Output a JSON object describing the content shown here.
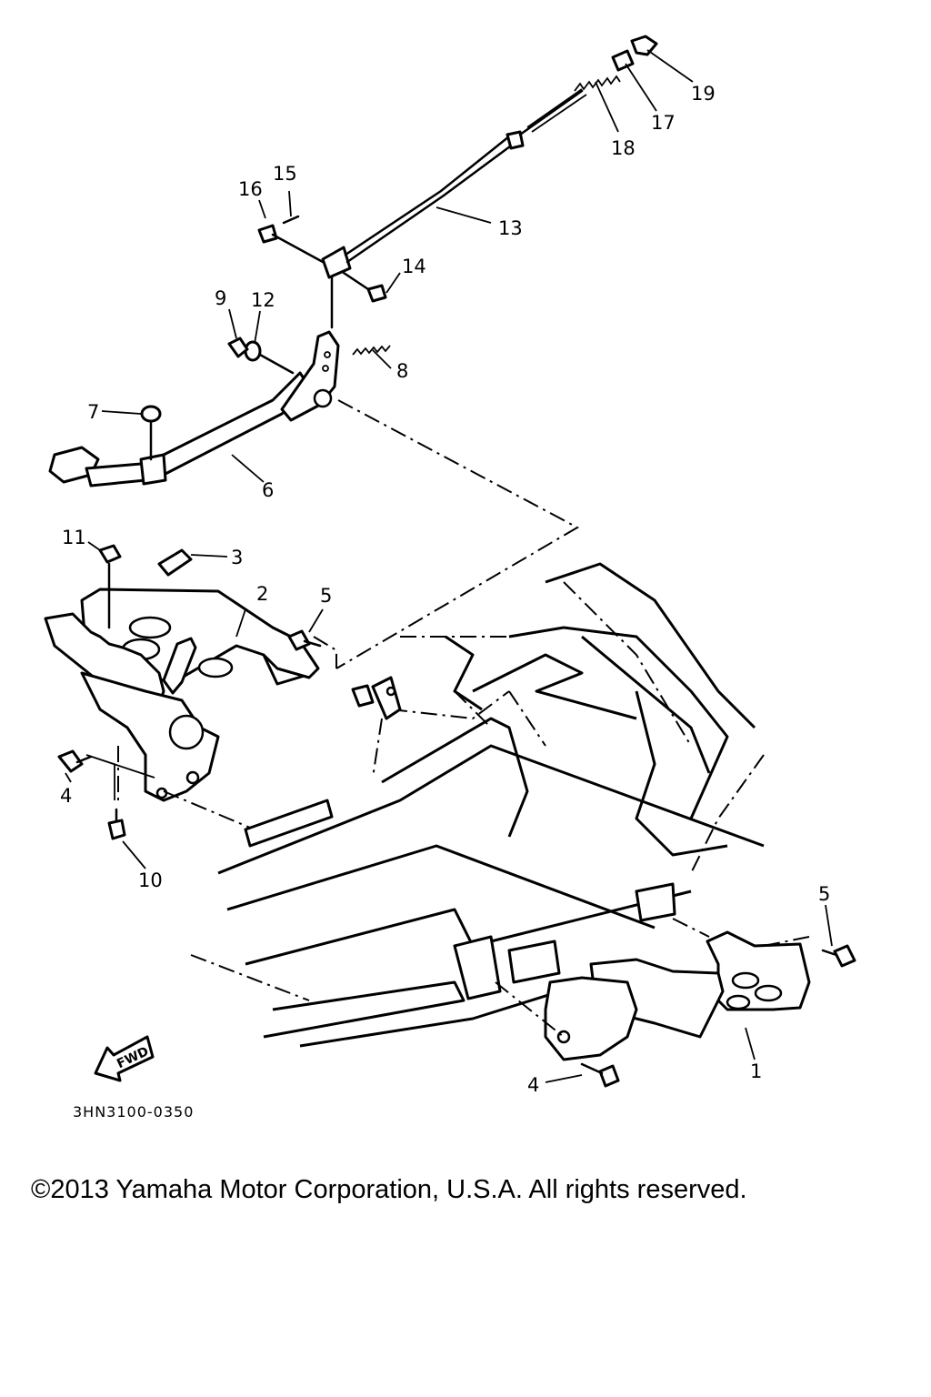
{
  "diagram": {
    "callouts": [
      "1",
      "2",
      "3",
      "4",
      "4",
      "5",
      "5",
      "6",
      "7",
      "8",
      "9",
      "10",
      "11",
      "12",
      "13",
      "14",
      "15",
      "16",
      "17",
      "18",
      "19"
    ],
    "drawing_code": "3HN3100-0350",
    "fwd_label": "FWD"
  },
  "footer": {
    "copyright": "©2013 Yamaha Motor Corporation, U.S.A. All rights reserved."
  }
}
